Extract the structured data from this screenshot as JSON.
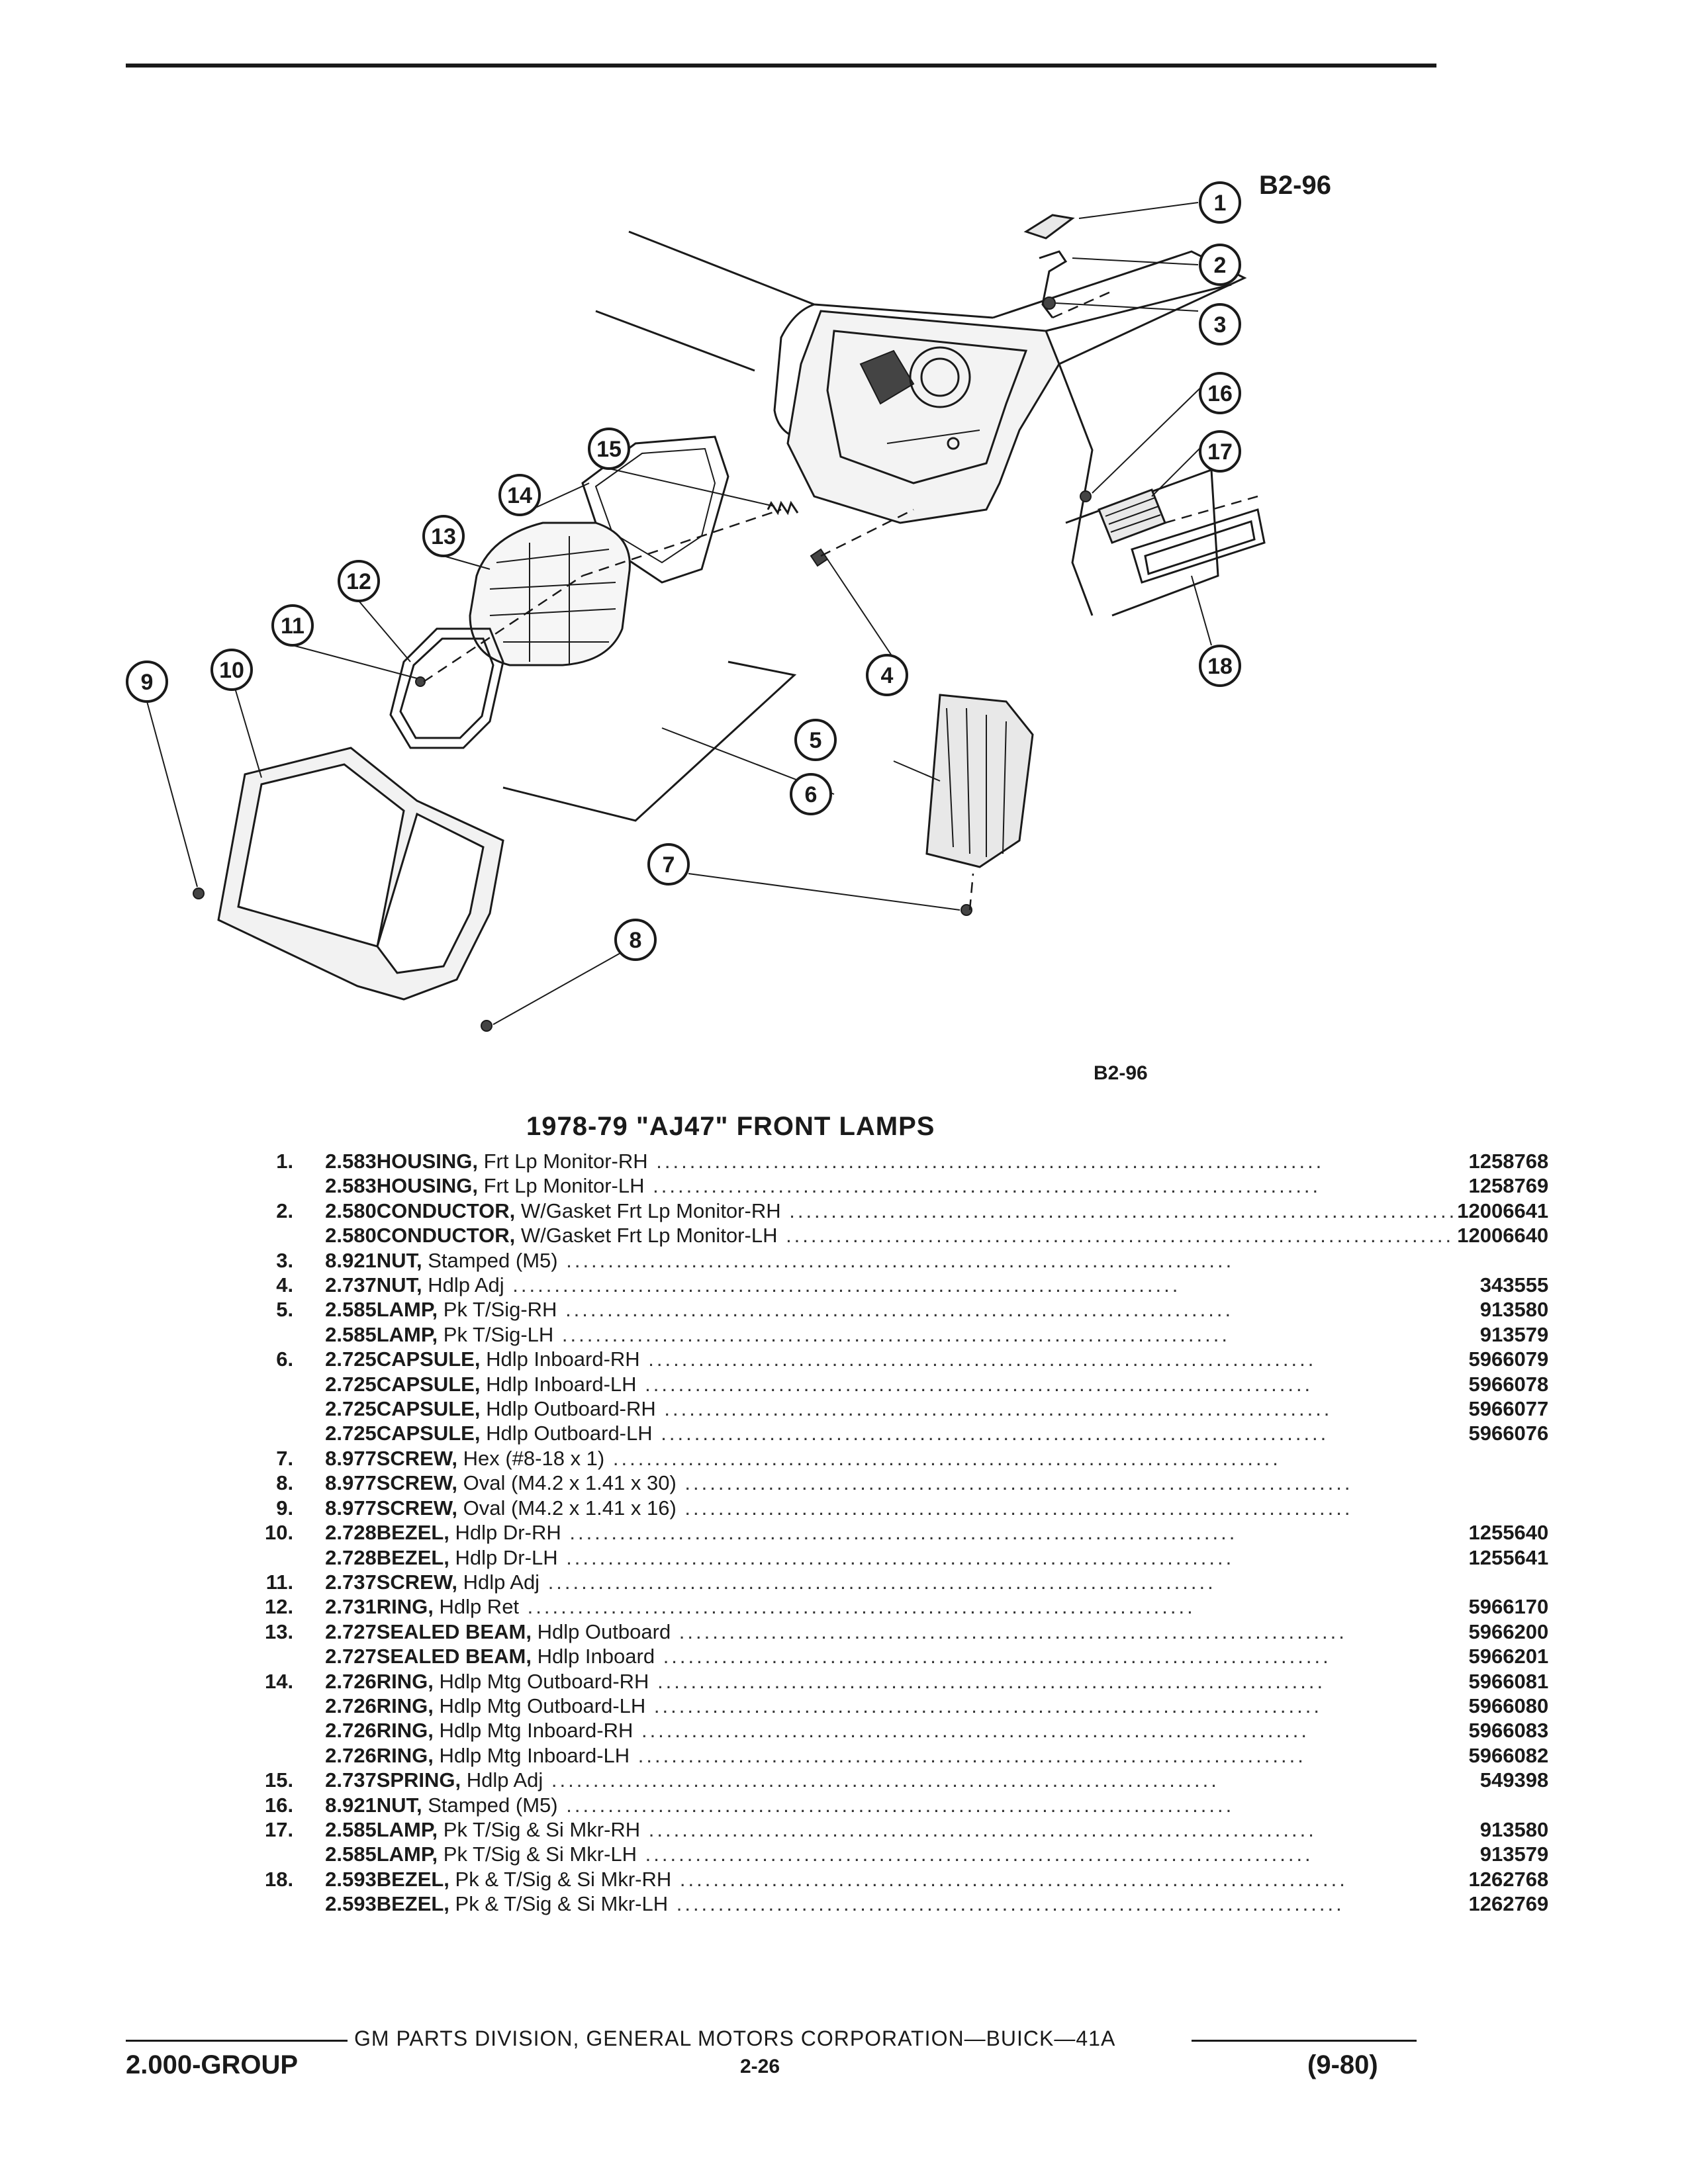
{
  "diagram": {
    "ref_top": "B2-96",
    "ref_bottom": "B2-96",
    "callouts": [
      "1",
      "2",
      "3",
      "4",
      "5",
      "6",
      "7",
      "8",
      "9",
      "10",
      "11",
      "12",
      "13",
      "14",
      "15",
      "16",
      "17",
      "18"
    ]
  },
  "section_title": "1978-79 \"AJ47\" FRONT LAMPS",
  "parts": [
    {
      "item": "1.",
      "group": "2.583",
      "name": "HOUSING,",
      "desc": "Frt Lp Monitor-RH",
      "part": "1258768"
    },
    {
      "item": "",
      "group": "2.583",
      "name": "HOUSING,",
      "desc": "Frt Lp Monitor-LH",
      "part": "1258769"
    },
    {
      "item": "2.",
      "group": "2.580",
      "name": "CONDUCTOR,",
      "desc": "W/Gasket Frt Lp Monitor-RH",
      "part": "12006641"
    },
    {
      "item": "",
      "group": "2.580",
      "name": "CONDUCTOR,",
      "desc": "W/Gasket Frt Lp Monitor-LH",
      "part": "12006640"
    },
    {
      "item": "3.",
      "group": "8.921",
      "name": "NUT,",
      "desc": "Stamped (M5)",
      "part": ""
    },
    {
      "item": "4.",
      "group": "2.737",
      "name": "NUT,",
      "desc": "Hdlp Adj",
      "part": "343555"
    },
    {
      "item": "5.",
      "group": "2.585",
      "name": "LAMP,",
      "desc": "Pk T/Sig-RH",
      "part": "913580"
    },
    {
      "item": "",
      "group": "2.585",
      "name": "LAMP,",
      "desc": "Pk T/Sig-LH",
      "part": "913579"
    },
    {
      "item": "6.",
      "group": "2.725",
      "name": "CAPSULE,",
      "desc": "Hdlp Inboard-RH",
      "part": "5966079"
    },
    {
      "item": "",
      "group": "2.725",
      "name": "CAPSULE,",
      "desc": "Hdlp Inboard-LH",
      "part": "5966078"
    },
    {
      "item": "",
      "group": "2.725",
      "name": "CAPSULE,",
      "desc": "Hdlp Outboard-RH",
      "part": "5966077"
    },
    {
      "item": "",
      "group": "2.725",
      "name": "CAPSULE,",
      "desc": "Hdlp Outboard-LH",
      "part": "5966076"
    },
    {
      "item": "7.",
      "group": "8.977",
      "name": "SCREW,",
      "desc": "Hex (#8-18 x 1)",
      "part": ""
    },
    {
      "item": "8.",
      "group": "8.977",
      "name": "SCREW,",
      "desc": "Oval (M4.2 x 1.41 x 30)",
      "part": ""
    },
    {
      "item": "9.",
      "group": "8.977",
      "name": "SCREW,",
      "desc": "Oval (M4.2 x 1.41 x 16)",
      "part": ""
    },
    {
      "item": "10.",
      "group": "2.728",
      "name": "BEZEL,",
      "desc": "Hdlp Dr-RH",
      "part": "1255640"
    },
    {
      "item": "",
      "group": "2.728",
      "name": "BEZEL,",
      "desc": "Hdlp Dr-LH",
      "part": "1255641"
    },
    {
      "item": "11.",
      "group": "2.737",
      "name": "SCREW,",
      "desc": "Hdlp Adj",
      "part": ""
    },
    {
      "item": "12.",
      "group": "2.731",
      "name": "RING,",
      "desc": "Hdlp Ret",
      "part": "5966170"
    },
    {
      "item": "13.",
      "group": "2.727",
      "name": "SEALED BEAM,",
      "desc": "Hdlp Outboard",
      "part": "5966200"
    },
    {
      "item": "",
      "group": "2.727",
      "name": "SEALED BEAM,",
      "desc": "Hdlp Inboard",
      "part": "5966201"
    },
    {
      "item": "14.",
      "group": "2.726",
      "name": "RING,",
      "desc": "Hdlp Mtg Outboard-RH",
      "part": "5966081"
    },
    {
      "item": "",
      "group": "2.726",
      "name": "RING,",
      "desc": "Hdlp Mtg Outboard-LH",
      "part": "5966080"
    },
    {
      "item": "",
      "group": "2.726",
      "name": "RING,",
      "desc": "Hdlp Mtg Inboard-RH",
      "part": "5966083"
    },
    {
      "item": "",
      "group": "2.726",
      "name": "RING,",
      "desc": "Hdlp Mtg Inboard-LH",
      "part": "5966082"
    },
    {
      "item": "15.",
      "group": "2.737",
      "name": "SPRING,",
      "desc": "Hdlp Adj",
      "part": "549398"
    },
    {
      "item": "16.",
      "group": "8.921",
      "name": "NUT,",
      "desc": "Stamped (M5)",
      "part": ""
    },
    {
      "item": "17.",
      "group": "2.585",
      "name": "LAMP,",
      "desc": "Pk T/Sig & Si Mkr-RH",
      "part": "913580"
    },
    {
      "item": "",
      "group": "2.585",
      "name": "LAMP,",
      "desc": "Pk T/Sig & Si Mkr-LH",
      "part": "913579"
    },
    {
      "item": "18.",
      "group": "2.593",
      "name": "BEZEL,",
      "desc": "Pk & T/Sig & Si Mkr-RH",
      "part": "1262768"
    },
    {
      "item": "",
      "group": "2.593",
      "name": "BEZEL,",
      "desc": "Pk & T/Sig & Si Mkr-LH",
      "part": "1262769"
    }
  ],
  "footer": {
    "corporation": "GM PARTS DIVISION, GENERAL MOTORS CORPORATION—BUICK—41A",
    "group": "2.000-GROUP",
    "page": "2-26",
    "date": "(9-80)"
  }
}
